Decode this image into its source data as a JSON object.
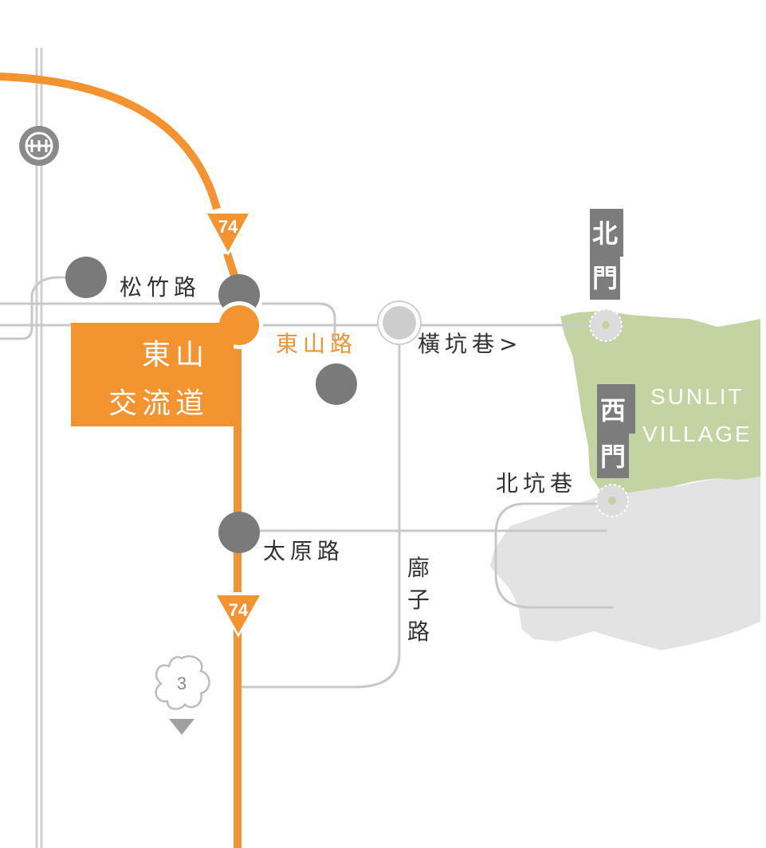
{
  "colors": {
    "orange": "#f39431",
    "road_gray": "#c8c8c8",
    "node_gray": "#7a7a7a",
    "label_dark": "#333333",
    "village_green": "#c3d3a2",
    "area_light_gray": "#e3e3e3",
    "gate_box": "#7c7c7c",
    "village_text": "#ffffff"
  },
  "highway": {
    "shield_top": "74",
    "shield_bottom": "74"
  },
  "interchange": {
    "line1": "東山",
    "line2": "交流道"
  },
  "roads": {
    "songzhu": "松竹路",
    "dongshan": "東山路",
    "henkeng": "橫坑巷>",
    "beikeng": "北坑巷",
    "taiyuan": "太原路",
    "langzi_1": "廍",
    "langzi_2": "子",
    "langzi_3": "路"
  },
  "gates": {
    "north_1": "北",
    "north_2": "門",
    "west_1": "西",
    "west_2": "門"
  },
  "village": {
    "line1": "SUNLIT",
    "line2": "VILLAGE"
  },
  "route_marker": {
    "number": "3"
  },
  "icons": {
    "rail": "hsr-station-icon",
    "route": "flower-route-marker-icon",
    "arrow": "triangle-down-icon"
  }
}
